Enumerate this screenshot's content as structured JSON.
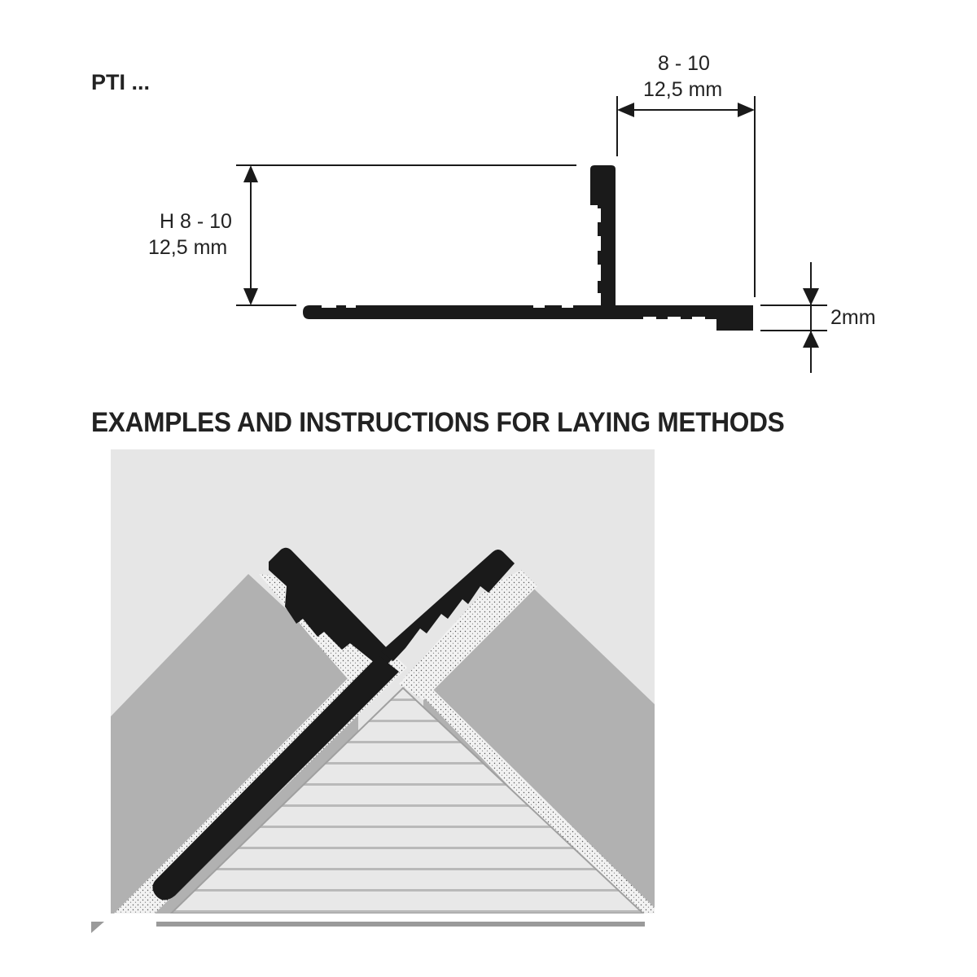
{
  "product": {
    "code": "PTI ..."
  },
  "profile_drawing": {
    "width_dimension": {
      "line1": "8 - 10",
      "line2": "12,5 mm"
    },
    "height_dimension": {
      "line1": "H 8 - 10",
      "line2": "12,5 mm"
    },
    "base_thickness": "2mm"
  },
  "laying_section": {
    "title": "EXAMPLES AND INSTRUCTIONS FOR LAYING METHODS"
  },
  "colors": {
    "profile": "#1a1a1a",
    "panel_background": "#e6e6e6",
    "tile_side": "#b1b1b1",
    "adhesive": "#efefef",
    "tile_front": "#e7e7e7"
  },
  "icons": [
    "profile-cross-section-icon",
    "corner-installation-illustration"
  ]
}
